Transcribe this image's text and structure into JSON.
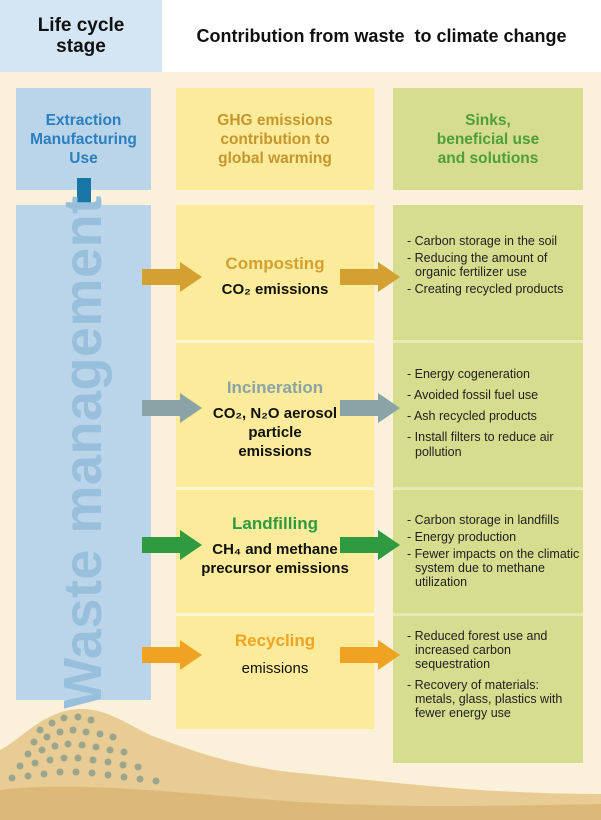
{
  "header": {
    "life_cycle_stage": "Life cycle stage",
    "title": "Contribution from waste  to climate change"
  },
  "columns": {
    "extraction": "Extraction Manufacturing Use",
    "ghg": "GHG emissions contribution to global warming",
    "sinks": "Sinks, beneficial use and solutions"
  },
  "waste_management": "Waste management",
  "processes": [
    {
      "name": "Composting",
      "color": "#d4a032",
      "emissions": "CO₂ emissions",
      "benefits": [
        "Carbon storage in the soil",
        "Reducing the amount of organic fertilizer use",
        "Creating recycled products"
      ]
    },
    {
      "name": "Incineration",
      "color": "#8aa3a6",
      "emissions": "CO₂, N₂O aerosol particle emissions",
      "benefits": [
        "Energy cogeneration",
        "Avoided fossil fuel use",
        "Ash recycled products",
        "Install filters to reduce air pollution"
      ]
    },
    {
      "name": "Landfilling",
      "color": "#2f9a3f",
      "emissions": "CH₄ and methane precursor emissions",
      "benefits": [
        "Carbon storage in landfills",
        "Energy production",
        "Fewer impacts on the climatic system due to methane utilization"
      ]
    },
    {
      "name": "Recycling",
      "color": "#f0a323",
      "emissions": "emissions",
      "benefits": [
        "Reduced forest use and increased carbon sequestration",
        "Recovery of materials: metals, glass, plastics with fewer energy use"
      ]
    }
  ]
}
